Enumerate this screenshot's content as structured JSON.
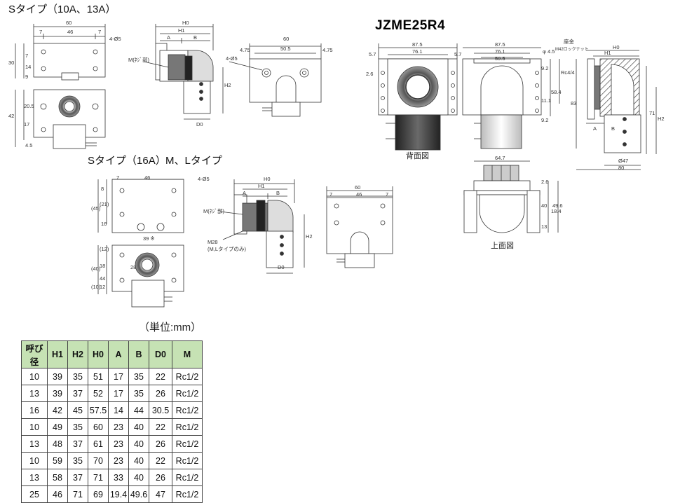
{
  "headings": {
    "s_type_10_13": "Sタイプ（10A、13A）",
    "model": "JZME25R4",
    "s_type_16": "Sタイプ（16A）",
    "ml_type": "M、Lタイプ",
    "unit": "（単位:mm）"
  },
  "captions": {
    "back_view": "背面図",
    "top_view": "上面図"
  },
  "callouts": {
    "hole_4_5": "4-Ø5",
    "m_thread": "M(ﾈｼﾞ部)",
    "m28": "M28",
    "m28_note": "(M,Lタイプのみ)",
    "seat": "座金",
    "socket": "M42ロックナット",
    "rc": "Rc4/4",
    "phi_4_5": "φ 4.5",
    "phi_47": "Ø47",
    "note_39": "39 ※"
  },
  "dims": {
    "d60": "60",
    "d46": "46",
    "d7": "7",
    "d30": "30",
    "d14": "14",
    "d9": "9",
    "d42": "42",
    "d205": "20.5",
    "d17": "17",
    "d45": "4.5",
    "h0": "H0",
    "h1": "H1",
    "h2": "H2",
    "a": "A",
    "b": "B",
    "d0": "D0",
    "d475": "4.75",
    "d505": "50.5",
    "d875": "87.5",
    "d761": "76.1",
    "d595": "59.5",
    "d57": "5.7",
    "d26": "2.6",
    "d111": "11.1",
    "d92": "9.2",
    "d584": "58.4",
    "d83": "83",
    "d71": "71",
    "d80": "80",
    "d647": "64.7",
    "d13": "13",
    "d184": "18.4",
    "d40": "40",
    "d496": "49.6",
    "dp45": "(45)",
    "d8": "8",
    "d21": "(21)",
    "d16": "16",
    "d12": "(12)",
    "d18": "18",
    "d28": "28",
    "d40p": "(40)",
    "d44": "44",
    "d10": "(10)",
    "d12b": "12"
  },
  "table": {
    "headers": [
      "呼び径",
      "H1",
      "H2",
      "H0",
      "A",
      "B",
      "D0",
      "M"
    ],
    "rows": [
      [
        "10",
        "39",
        "35",
        "51",
        "17",
        "35",
        "22",
        "Rc1/2"
      ],
      [
        "13",
        "39",
        "37",
        "52",
        "17",
        "35",
        "26",
        "Rc1/2"
      ],
      [
        "16",
        "42",
        "45",
        "57.5",
        "14",
        "44",
        "30.5",
        "Rc1/2"
      ],
      [
        "10",
        "49",
        "35",
        "60",
        "23",
        "40",
        "22",
        "Rc1/2"
      ],
      [
        "13",
        "48",
        "37",
        "61",
        "23",
        "40",
        "26",
        "Rc1/2"
      ],
      [
        "10",
        "59",
        "35",
        "70",
        "23",
        "40",
        "22",
        "Rc1/2"
      ],
      [
        "13",
        "58",
        "37",
        "71",
        "33",
        "40",
        "26",
        "Rc1/2"
      ],
      [
        "25",
        "46",
        "71",
        "69",
        "19.4",
        "49.6",
        "47",
        "Rc1/2"
      ]
    ]
  },
  "colors": {
    "header_bg": "#c6e2b4",
    "line": "#333333",
    "body_dark": "#2e2e2e",
    "body_mid": "#8a8a8a"
  }
}
